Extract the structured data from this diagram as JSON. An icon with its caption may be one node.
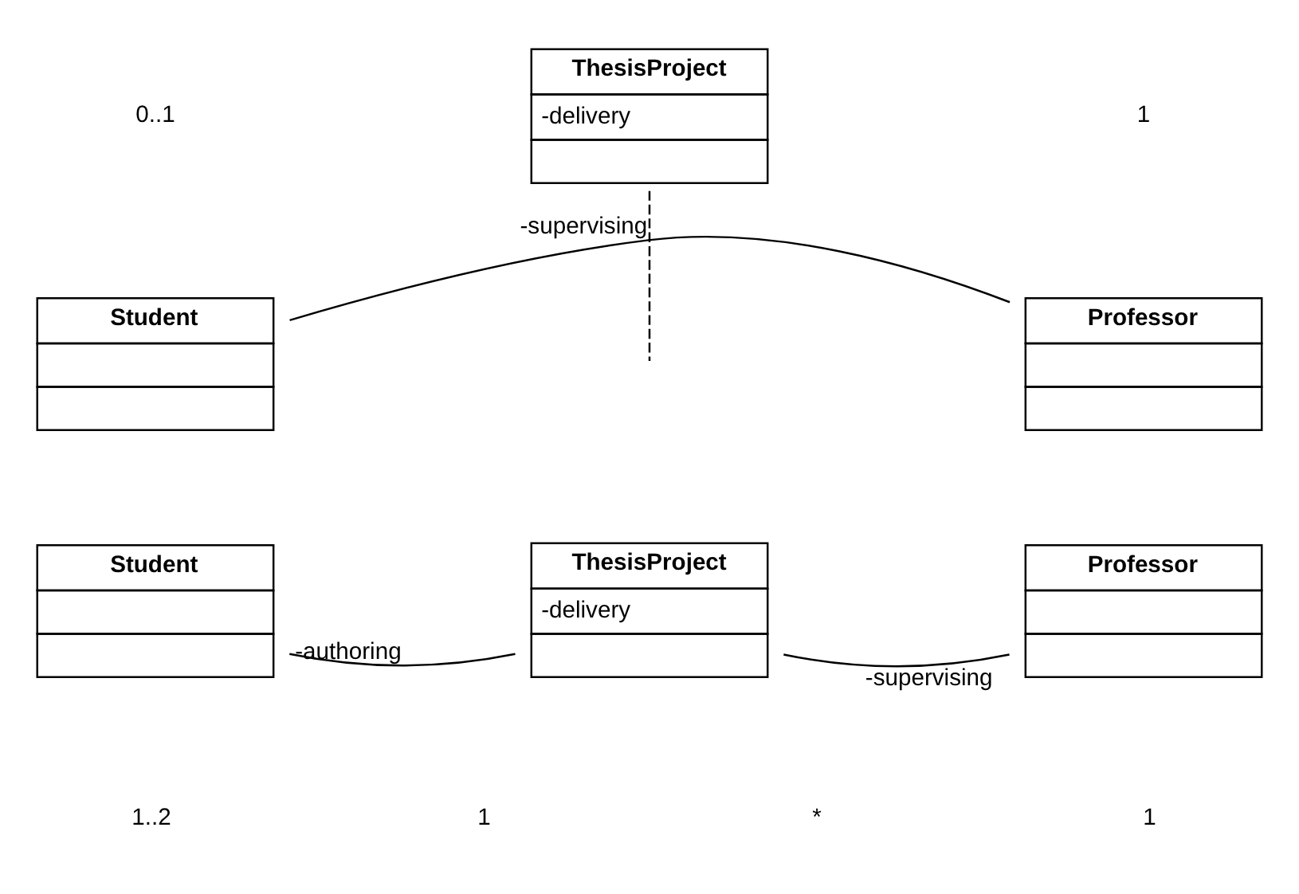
{
  "diagram": {
    "nodes": [
      {
        "text": [
          "ThesisProject",
          "-delivery"
        ]
      },
      {
        "text": [
          "Student"
        ]
      },
      {
        "text": [
          "Professor"
        ]
      },
      {
        "text": [
          "Student"
        ]
      },
      {
        "text": [
          "ThesisProject",
          "-delivery"
        ]
      },
      {
        "text": [
          "Professor"
        ]
      }
    ],
    "edges": [
      {
        "from": 1,
        "to": 2,
        "arrow": "none",
        "label": "-supervising"
      },
      {
        "from": 0,
        "to": null,
        "arrow": "none",
        "style": "dashed"
      },
      {
        "from": 3,
        "to": 4,
        "arrow": "none",
        "label": "-authoring"
      },
      {
        "from": 4,
        "to": 5,
        "arrow": "none",
        "label": "-supervising"
      }
    ],
    "labels": [
      "0..1",
      "1",
      "1..2",
      "1",
      "*",
      "1"
    ]
  }
}
